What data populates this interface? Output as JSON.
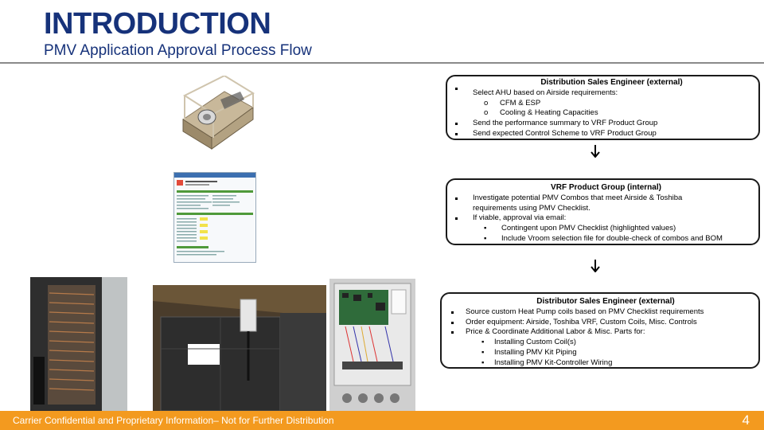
{
  "header": {
    "title": "INTRODUCTION",
    "subtitle": "PMV Application Approval Process Flow"
  },
  "boxes": [
    {
      "title": "Distribution Sales Engineer (external)",
      "items": [
        "Select AHU based on Airside requirements:",
        "CFM & ESP",
        "Cooling & Heating Capacities",
        "Send the performance summary to VRF Product Group",
        "Send expected Control Scheme to VRF Product Group"
      ]
    },
    {
      "title": "VRF Product Group (internal)",
      "items": [
        "Investigate potential PMV Combos that meet Airside & Toshiba",
        "requirements using PMV Checklist.",
        "If viable, approval via email:",
        "Contingent upon PMV Checklist (highlighted values)",
        "Include Vroom selection file for double-check of combos and BOM"
      ]
    },
    {
      "title": "Distributor Sales Engineer (external)",
      "items": [
        "Source custom Heat Pump coils based on PMV Checklist requirements",
        "Order equipment: Airside, Toshiba VRF, Custom Coils, Misc. Controls",
        "Price & Coordinate Additional Labor & Misc. Parts for:",
        "Installing Custom Coil(s)",
        "Installing PMV Kit Piping",
        "Installing PMV Kit-Controller Wiring"
      ]
    }
  ],
  "bullet_glyphs": {
    "sub": "o",
    "square": "▪"
  },
  "footer": {
    "confidential": "Carrier Confidential and Proprietary Information– Not for Further Distribution",
    "page_number": "4"
  },
  "colors": {
    "title": "#16327a",
    "footer": "#f39a1f"
  },
  "images": [
    "ahu-illustration",
    "pmv-checklist-screenshot",
    "coil-photo",
    "ahu-cabinet-photo",
    "controller-box-photo"
  ]
}
